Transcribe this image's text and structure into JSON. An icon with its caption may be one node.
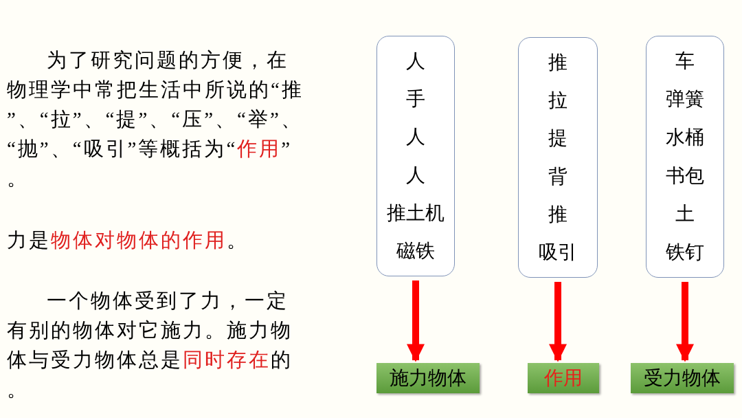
{
  "diagram": {
    "nodes": [
      {
        "text": [
          "人",
          "手",
          "人",
          "人",
          "推土机",
          "磁铁"
        ]
      },
      {
        "text": [
          "推",
          "拉",
          "提",
          "背",
          "推",
          "吸引"
        ]
      },
      {
        "text": [
          "车",
          "弹簧",
          "水桶",
          "书包",
          "土",
          "铁钉"
        ]
      },
      {
        "text": [
          "施力物体"
        ]
      },
      {
        "text": [
          "作用"
        ]
      },
      {
        "text": [
          "受力物体"
        ]
      }
    ],
    "edges": [
      {
        "from": 0,
        "to": 3,
        "arrow": "to"
      },
      {
        "from": 1,
        "to": 4,
        "arrow": "to"
      },
      {
        "from": 2,
        "to": 5,
        "arrow": "to"
      }
    ],
    "labels": [
      "为了研究问题的方便，在物理学中常把生活中所说的“推”、“拉”、“提”、“压”、“举”、“抛”、“吸引”等概括为“**作用**”。",
      "力是**物体对物体的作用**。",
      "一个物体受到了力，一定有别的物体对它施力。施力物体与受力物体总是**同时存在**的。"
    ]
  }
}
